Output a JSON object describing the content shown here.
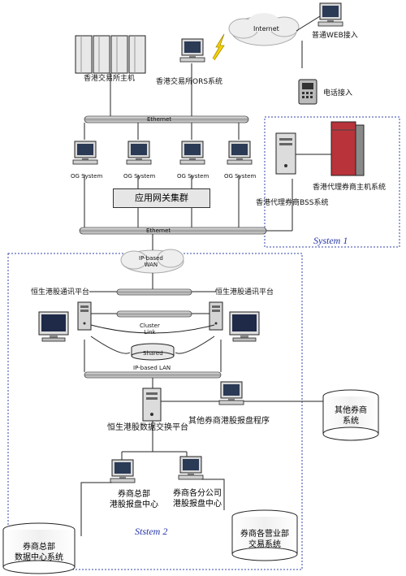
{
  "top": {
    "hk_exchange_host": "香港交易所主机",
    "internet": "Internet",
    "ors": "香港交易所ORS系统",
    "web_access": "普通WEB接入",
    "phone_access": "电话接入",
    "ethernet_top": "Ethernet",
    "og_label": "OG System",
    "gateway": "应用网关集群",
    "ethernet_bottom": "Ethernet",
    "bss": "香港代理券商BSS系统",
    "broker_host": "香港代理券商主机系统",
    "system1": "System 1"
  },
  "bottom": {
    "wan": "IP-based\nWAN",
    "hang_seng_left": "恒生港股通讯平台",
    "hang_seng_right": "恒生港股通讯平台",
    "cluster_link": "Cluster\nLink",
    "shared": "Shared",
    "lan": "IP-based LAN",
    "exchange_platform": "恒生港股数据交换平台",
    "other_program": "其他券商港股报盘程序",
    "other_system": "其他券商\n系统",
    "hq_center": "券商总部\n港股报盘中心",
    "branch_center": "券商各分公司\n港股报盘中心",
    "sales_system": "券商各营业部\n交易系统",
    "data_center": "券商总部\n数据中心系统",
    "system2": "Ststem 2"
  },
  "og_count": 4
}
